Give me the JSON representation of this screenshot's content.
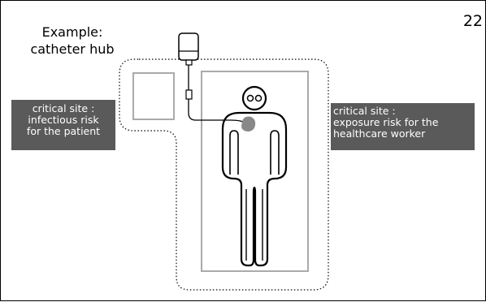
{
  "slide_number": "22",
  "title_lines": [
    "Example:",
    "catheter hub"
  ],
  "label_patient": [
    "critical site :",
    "infectious risk",
    "for the patient"
  ],
  "label_worker": [
    "critical site :",
    "exposure risk for the",
    "healthcare worker"
  ]
}
